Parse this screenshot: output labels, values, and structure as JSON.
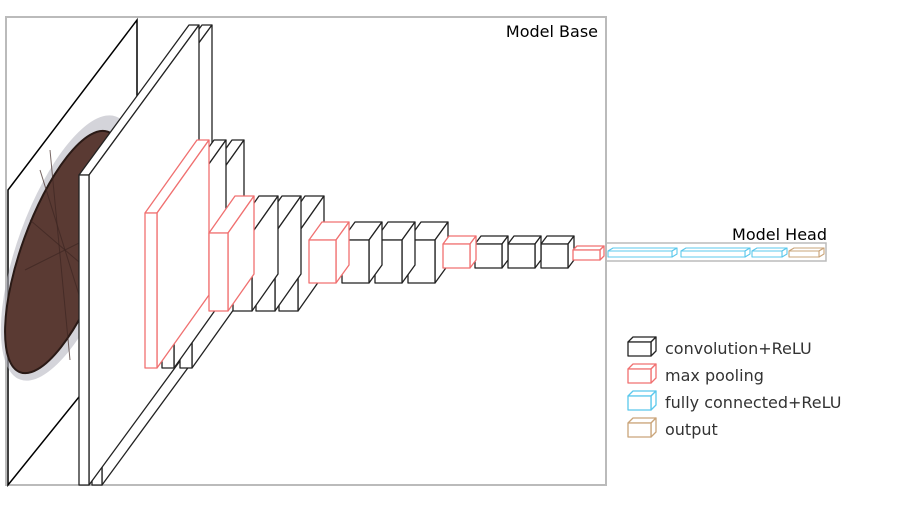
{
  "model_base_label": "Model Base",
  "model_head_label": "Model Head",
  "colors": {
    "convolution": "#222222",
    "max_pooling": "#f07070",
    "fully_connected": "#5bc8ec",
    "output": "#caa57a",
    "frame": "#bbbbbb"
  },
  "legend": [
    {
      "key": "convolution",
      "label": "convolution+ReLU"
    },
    {
      "key": "max_pooling",
      "label": "max pooling"
    },
    {
      "key": "fully_connected",
      "label": "fully connected+ReLU"
    },
    {
      "key": "output",
      "label": "output"
    }
  ]
}
